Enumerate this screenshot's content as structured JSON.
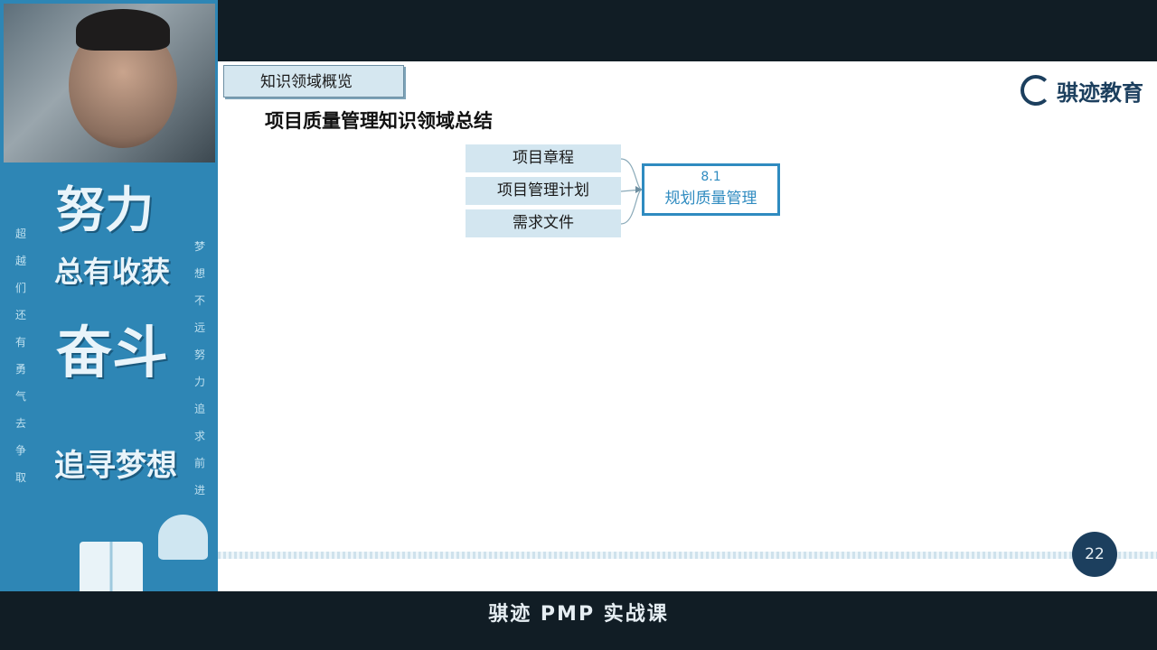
{
  "bottom_bar": {
    "title": "骐迹 PMP 实战课"
  },
  "sidebar": {
    "slogan_line1": "努力",
    "slogan_line2": "总有收获",
    "slogan_line3": "奋斗",
    "slogan_line4": "追寻梦想",
    "left_column": [
      "超",
      "越",
      "们",
      "还",
      "有",
      "勇",
      "气",
      "去",
      "争",
      "取"
    ],
    "right_column": [
      "梦",
      "想",
      "不",
      "远",
      "努",
      "力",
      "追",
      "求",
      "前",
      "进"
    ]
  },
  "slide": {
    "section_tab": "知识领域概览",
    "title": "项目质量管理知识领域总结",
    "logo_text": "骐迹教育",
    "inputs": [
      "项目章程",
      "项目管理计划",
      "需求文件"
    ],
    "process": {
      "number": "8.1",
      "name": "规划质量管理"
    },
    "page_number": "22"
  },
  "colors": {
    "accent": "#2f8bc0",
    "input_fill": "#d3e6f0",
    "brand": "#1c3f5e"
  }
}
